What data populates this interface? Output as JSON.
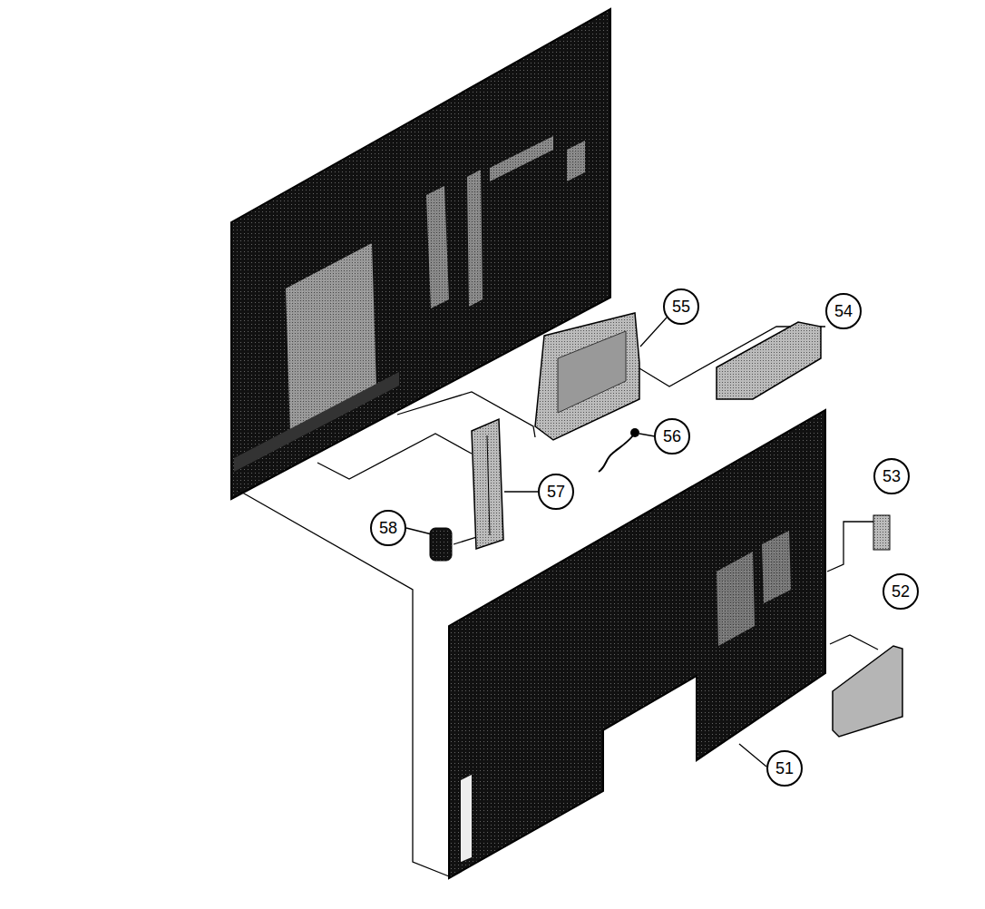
{
  "diagram": {
    "labels": [
      "55",
      "54",
      "56",
      "53",
      "57",
      "58",
      "52",
      "51"
    ]
  }
}
